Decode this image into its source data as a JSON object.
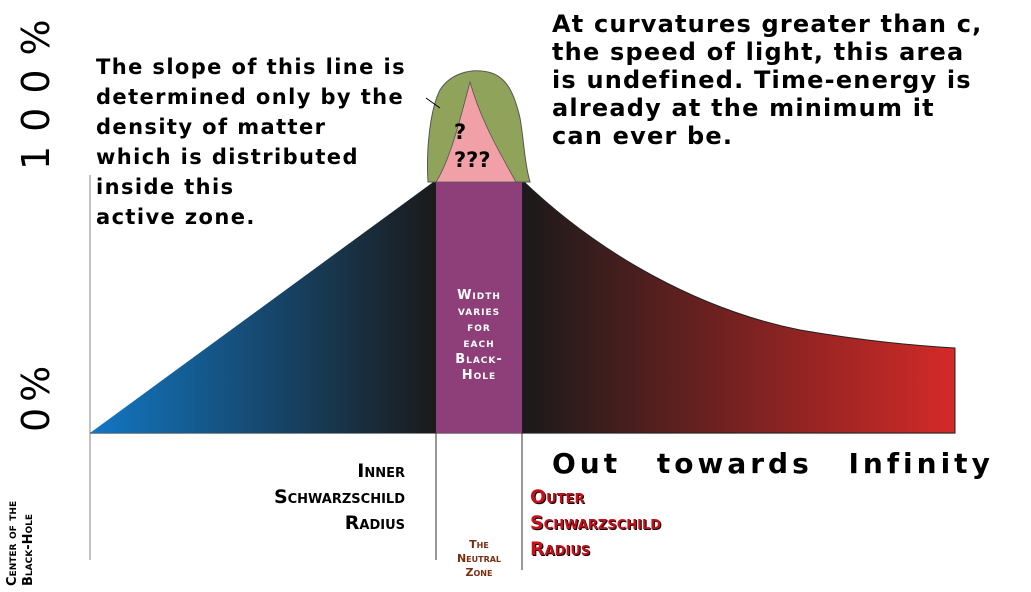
{
  "labels": {
    "y_top": "100%",
    "y_bottom": "0%",
    "center": [
      "Center of the",
      "Black-Hole"
    ],
    "inner_radius": [
      "Inner",
      "Schwarzschild",
      "Radius"
    ],
    "outer_radius": [
      "Outer",
      "Schwarzschild",
      "Radius"
    ],
    "infinity": "Out towards Infinity",
    "neutral_zone": [
      "The",
      "Neutral",
      "Zone"
    ],
    "width_varies": [
      "Width",
      "varies",
      "for",
      "each",
      "Black-",
      "Hole"
    ],
    "question_marks": [
      "?",
      "???"
    ]
  },
  "notes": {
    "slope": [
      "The slope of this line is",
      "determined only by the",
      "density of matter",
      "which is distributed",
      "inside this",
      "active zone."
    ],
    "top": [
      "At curvatures greater than c,",
      "the speed of light, this area",
      "is undefined.  Time-energy is",
      "already at the minimum it",
      "can ever be."
    ]
  },
  "colors": {
    "inner_gradient_start": "#1277c4",
    "inner_gradient_end": "#1a1a1a",
    "outer_gradient_start": "#1a1a1a",
    "outer_gradient_end": "#d42a28",
    "neutral_zone": "#8e3e78",
    "cap_green": "#8fa35a",
    "cap_pink": "#f0a0a6",
    "outer_label": "#c8101a"
  }
}
